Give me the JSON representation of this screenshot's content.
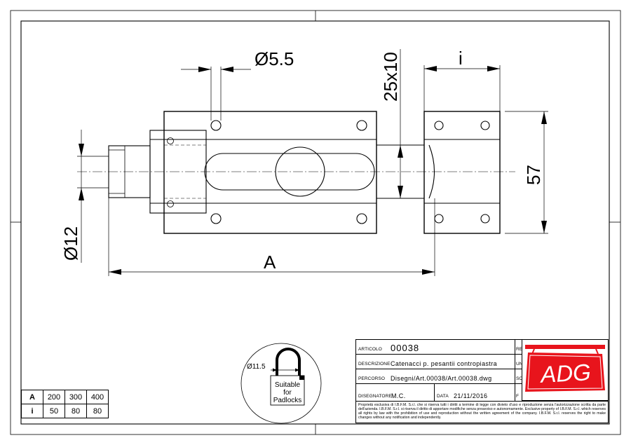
{
  "dimensions": {
    "hole_diameter": "Ø5.5",
    "slot": "25x10",
    "keeper_offset": "i",
    "height": "57",
    "bolt_diameter": "Ø12",
    "length": "A"
  },
  "padlock": {
    "shackle_diameter": "Ø11.5",
    "label_line1": "Suitable",
    "label_line2": "for",
    "label_line3": "Padlocks"
  },
  "size_table": {
    "row_a": {
      "label": "A",
      "values": [
        "200",
        "300",
        "400"
      ]
    },
    "row_i": {
      "label": "i",
      "values": [
        "50",
        "80",
        "80"
      ]
    }
  },
  "title_block": {
    "articolo_label": "ARTICOLO",
    "articolo_value": "00038",
    "descrizione_label": "DESCRIZIONE",
    "descrizione_value": "Catenacci p. pesantii contropiastra",
    "percorso_label": "PERCORSO",
    "percorso_value": "Disegni/Art.00038/Art.00038.dwg",
    "disegnatore_label": "DISEGNATORE",
    "disegnatore_value": "M.C.",
    "data_label": "DATA",
    "data_value": "21/11/2016",
    "re_label": "RE",
    "un_label": "UN",
    "sc_label": "SC",
    "fo_label": "F",
    "disclaimer": "Proprietà esclusiva di I.B.F.M. S.r.l. che si riserva tutti i diritti a termine di legge con divieto d'uso e riproduzione senza l'autorizzazione scritta da parte dell'azienda. I.B.F.M. S.r.l. si riserva il diritto di apportare modifiche senza preavviso e autonomamente. Exclusive property of I.B.F.M. S.r.l. which reserves all rights by law with the prohibition of use and reproduction without the written agreement of the company. I.B.F.M. S.r.l. reserves the right to make changes without any notification and independently."
  },
  "logo": {
    "text": "ADG",
    "color": "#e8141c"
  }
}
